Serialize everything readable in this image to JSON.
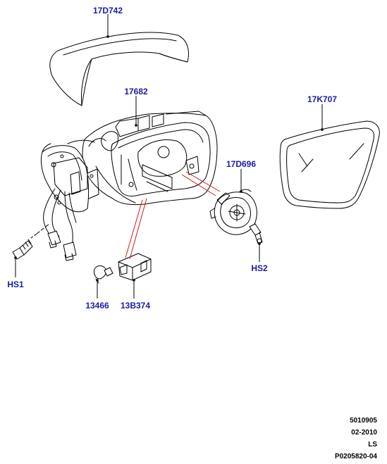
{
  "colors": {
    "label": "#1a1aa8",
    "line": "#000000",
    "leader": "#d11a1a",
    "fill": "#ffffff"
  },
  "parts": {
    "cover": "17D742",
    "housing": "17682",
    "glass": "17K707",
    "actuator": "17D696",
    "screw_right": "HS2",
    "screw_left": "HS1",
    "bulb": "13466",
    "lamp": "13B374"
  },
  "footer": {
    "code1": "5010905",
    "date": "02-2010",
    "initials": "LS",
    "ref": "P0205820-04"
  }
}
